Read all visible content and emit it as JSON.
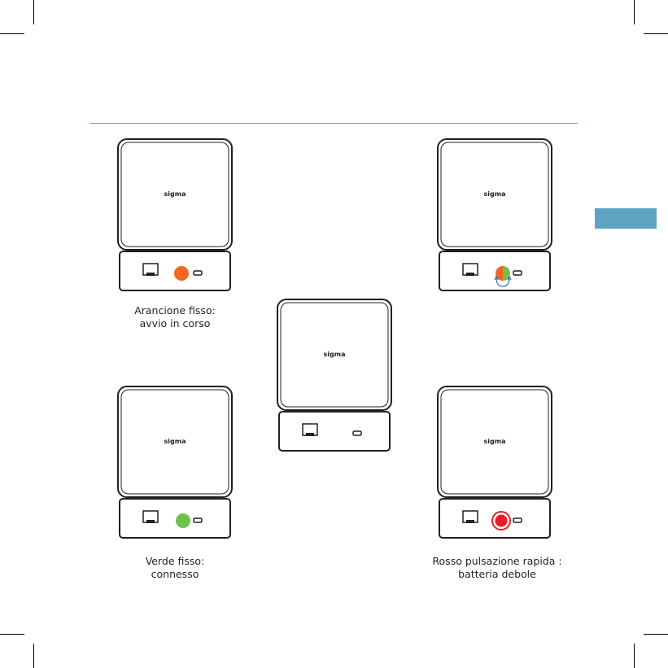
{
  "brand": {
    "logo_text": "sigma"
  },
  "colors": {
    "accent": "#5fa3c4",
    "led_orange": "#f26522",
    "led_green": "#6cc24a",
    "led_red": "#ed1c24",
    "line": "#231f20"
  },
  "devices": {
    "orange": {
      "led": "orange-solid"
    },
    "blink": {
      "led": "orange-green-alternating"
    },
    "off": {
      "led": "none"
    },
    "green": {
      "led": "green-solid"
    },
    "red": {
      "led": "red-fast-pulse"
    }
  },
  "captions": {
    "orange": {
      "line1": "Arancione fisso:",
      "line2": "avvio in corso"
    },
    "green": {
      "line1": "Verde fisso:",
      "line2": "connesso"
    },
    "red": {
      "line1": "Rosso pulsazione rapida :",
      "line2": "batteria debole"
    }
  }
}
